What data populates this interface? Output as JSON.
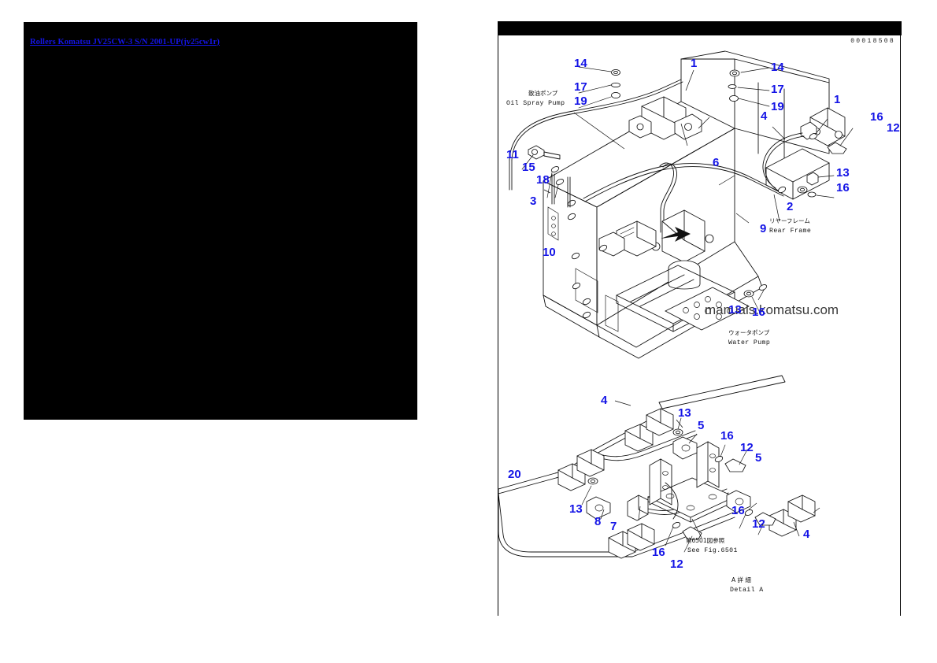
{
  "document": {
    "title_link": "Rollers Komatsu JV25CW-3 S/N 2001-UP(jv25cw1r)",
    "figure_code": "00018508",
    "watermark": "manuals.komatsu.com"
  },
  "diagram": {
    "labels": {
      "oil_spray_pump_jp": "散油ポンプ",
      "oil_spray_pump_en": "Oil Spray Pump",
      "rear_frame_jp": "リヤーフレーム",
      "rear_frame_en": "Rear Frame",
      "water_pump_jp": "ウォータポンプ",
      "water_pump_en": "Water Pump",
      "see_fig_jp": "第6501図参照",
      "see_fig_en": "See Fig.6501",
      "detail_a_jp": "A 詳 細",
      "detail_a_en": "Detail A"
    },
    "callouts_main": [
      {
        "id": "c-14-l",
        "text": "14"
      },
      {
        "id": "c-17-l",
        "text": "17"
      },
      {
        "id": "c-19-l",
        "text": "19"
      },
      {
        "id": "c-1-top",
        "text": "1"
      },
      {
        "id": "c-14-r",
        "text": "14"
      },
      {
        "id": "c-17-r",
        "text": "17"
      },
      {
        "id": "c-19-r",
        "text": "19"
      },
      {
        "id": "c-1-right",
        "text": "1"
      },
      {
        "id": "c-4",
        "text": "4"
      },
      {
        "id": "c-16-tr",
        "text": "16"
      },
      {
        "id": "c-12-tr",
        "text": "12"
      },
      {
        "id": "c-13-r",
        "text": "13"
      },
      {
        "id": "c-16-r",
        "text": "16"
      },
      {
        "id": "c-2",
        "text": "2"
      },
      {
        "id": "c-6",
        "text": "6"
      },
      {
        "id": "c-9",
        "text": "9"
      },
      {
        "id": "c-11",
        "text": "11"
      },
      {
        "id": "c-15",
        "text": "15"
      },
      {
        "id": "c-18",
        "text": "18"
      },
      {
        "id": "c-3",
        "text": "3"
      },
      {
        "id": "c-10",
        "text": "10"
      },
      {
        "id": "c-16-b",
        "text": "16"
      },
      {
        "id": "c-13-wm",
        "text": "13"
      }
    ],
    "callouts_detail": [
      {
        "id": "d-4-top",
        "text": "4"
      },
      {
        "id": "d-13-top",
        "text": "13"
      },
      {
        "id": "d-5-top",
        "text": "5"
      },
      {
        "id": "d-16-top",
        "text": "16"
      },
      {
        "id": "d-12-top",
        "text": "12"
      },
      {
        "id": "d-5-right",
        "text": "5"
      },
      {
        "id": "d-20",
        "text": "20"
      },
      {
        "id": "d-13-left",
        "text": "13"
      },
      {
        "id": "d-8",
        "text": "8"
      },
      {
        "id": "d-7",
        "text": "7"
      },
      {
        "id": "d-16-right",
        "text": "16"
      },
      {
        "id": "d-12-right",
        "text": "12"
      },
      {
        "id": "d-4-right",
        "text": "4"
      },
      {
        "id": "d-16-bottom",
        "text": "16"
      },
      {
        "id": "d-12-bottom",
        "text": "12"
      }
    ]
  },
  "colors": {
    "callout_blue": "#1414e6",
    "link_blue": "#1414e6",
    "panel_black": "#000000",
    "line_black": "#111111"
  }
}
